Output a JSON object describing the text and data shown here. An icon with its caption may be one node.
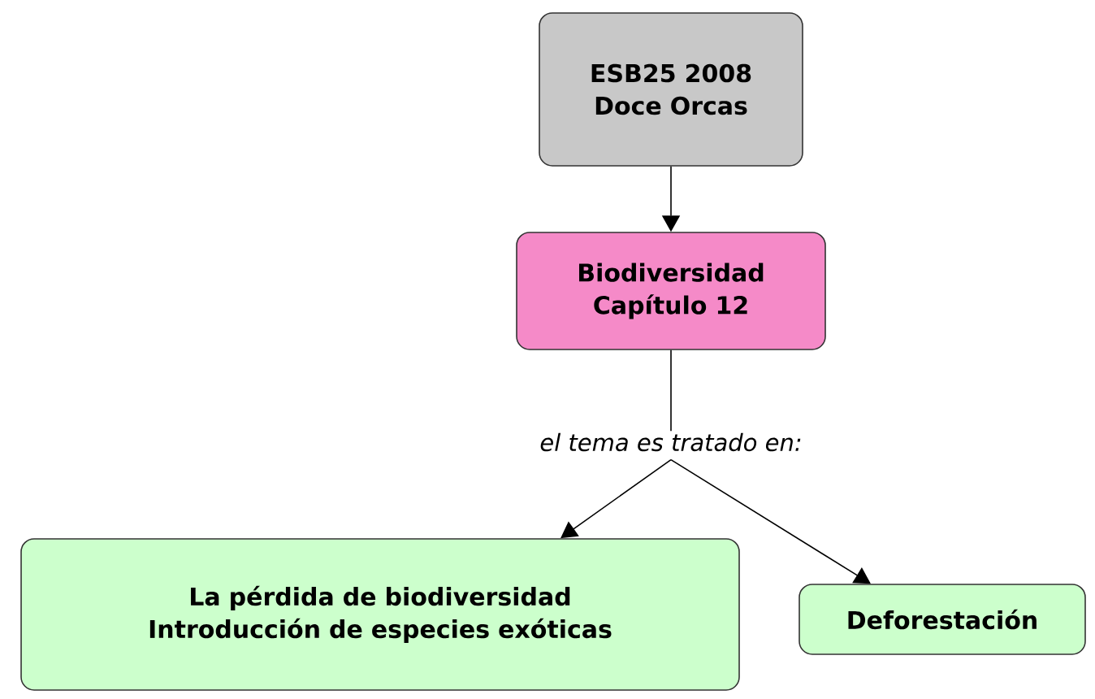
{
  "diagram": {
    "nodes": [
      {
        "text": [
          "ESB25 2008 Doce Orcas"
        ]
      },
      {
        "text": [
          "Biodiversidad Capítulo 12"
        ]
      },
      {
        "text": [
          "el tema es tratado en:"
        ]
      },
      {
        "text": [
          "La pérdida de biodiversidad Introducción de especies exóticas"
        ]
      },
      {
        "text": [
          "Deforestación"
        ]
      }
    ],
    "edges": [
      {
        "from": 0,
        "to": 1,
        "arrow": "to"
      },
      {
        "from": 1,
        "to": 2,
        "arrow": "none"
      },
      {
        "from": 2,
        "to": 3,
        "arrow": "to"
      },
      {
        "from": 2,
        "to": 4,
        "arrow": "to"
      }
    ]
  }
}
